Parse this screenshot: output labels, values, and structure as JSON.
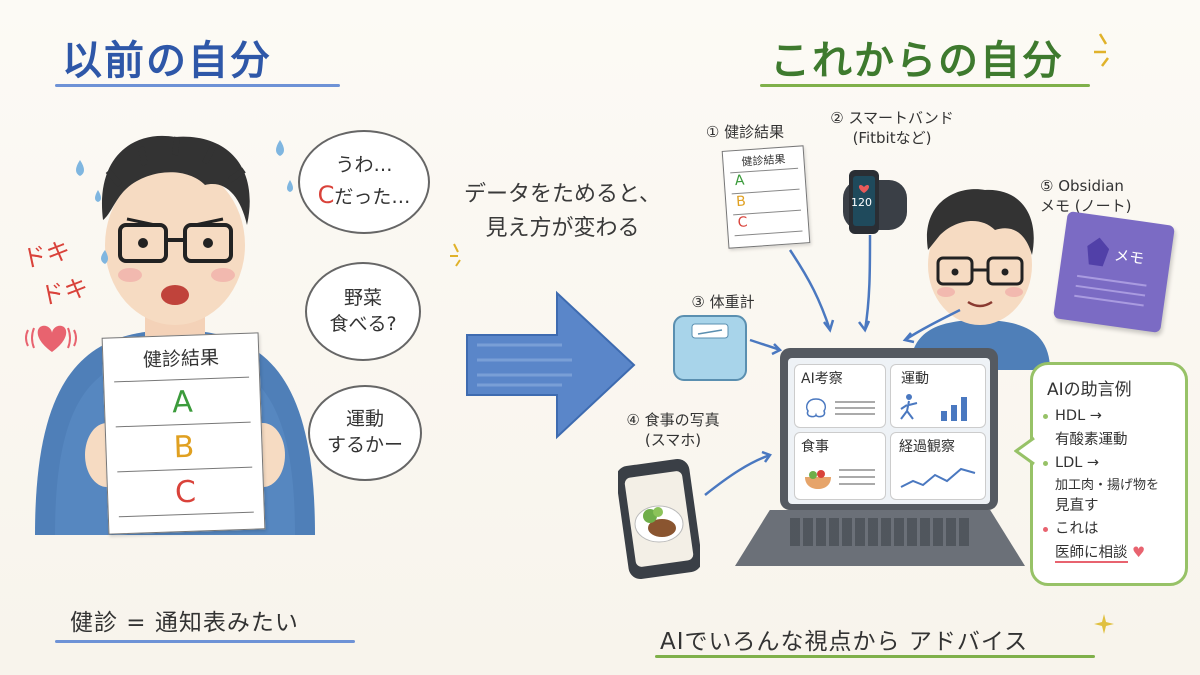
{
  "left": {
    "title": "以前の自分",
    "excitement": [
      "ドキ",
      "ドキ"
    ],
    "bubble1": {
      "line1": "うわ…",
      "grade": "C",
      "rest": "だった…"
    },
    "bubble2": {
      "line1": "野菜",
      "line2": "食べる?"
    },
    "bubble3": {
      "line1": "運動",
      "line2": "するかー"
    },
    "sheet": {
      "title": "健診結果",
      "grades": [
        "A",
        "B",
        "C"
      ]
    },
    "caption": "健診 = 通知表みたい"
  },
  "center": {
    "line1": "データをためると、",
    "line2": "見え方が変わる"
  },
  "right": {
    "title": "これからの自分",
    "item1": {
      "label": "① 健診結果",
      "doc_title": "健診結果",
      "grades": [
        "A",
        "B",
        "C"
      ]
    },
    "item2": {
      "label": "② スマートバンド",
      "sub": "(Fitbitなど)",
      "screen_value": "120"
    },
    "item3": {
      "label": "③ 体重計"
    },
    "item4": {
      "label": "④ 食事の写真",
      "sub": "(スマホ)"
    },
    "item5": {
      "label": "⑤ Obsidian",
      "sub": "メモ (ノート)",
      "cover": "メモ"
    },
    "laptop": {
      "tiles": [
        "AI考察",
        "運動",
        "食事",
        "経過観察"
      ]
    },
    "advice": {
      "title": "AIの助言例",
      "item1_a": "HDL →",
      "item1_b": "有酸素運動",
      "item2_a": "LDL →",
      "item2_b": "加工肉・揚げ物を",
      "item2_c": "見直す",
      "item3_a": "これは",
      "item3_b": "医師に相談"
    },
    "caption": "AIでいろんな視点から アドバイス"
  },
  "colors": {
    "blue_title": "#2e57a8",
    "green_title": "#3e7a2e",
    "grade_a": "#3b9b3b",
    "grade_b": "#e0a020",
    "grade_c": "#d9423a",
    "arrow": "#5a86c9",
    "advice_border": "#97c267"
  }
}
